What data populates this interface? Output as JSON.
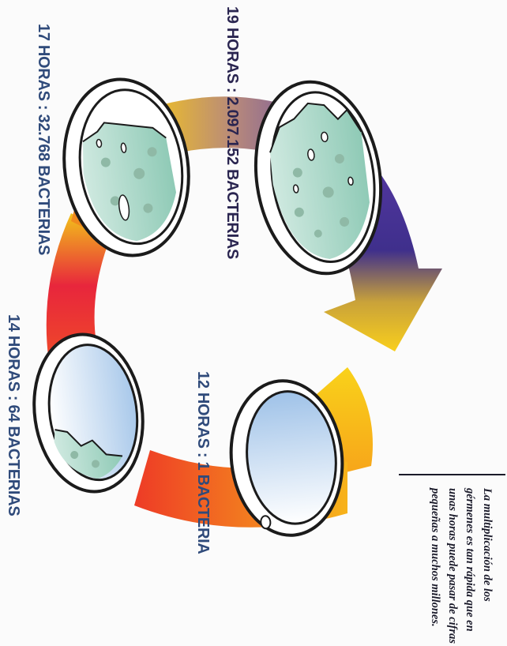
{
  "stages": [
    {
      "id": "s12",
      "label": "12 HORAS : 1 BACTERIA"
    },
    {
      "id": "s14",
      "label": "14 HORAS : 64 BACTERIAS"
    },
    {
      "id": "s17",
      "label": "17 HORAS : 32.768 BACTERIAS"
    },
    {
      "id": "s19",
      "label": "19 HORAS : 2.097.152 BACTERIAS"
    }
  ],
  "caption": "La multiplicación de los gérmenes es tan rápida que en unas horas puede pasar de cifras pequeñas a muchos millones.",
  "colors": {
    "text_dark": "#2a2550",
    "text_blue": "#2f4a7a",
    "arrow_purple": "#4a2f9a",
    "arrow_yellow": "#f7c21a",
    "arrow_orange": "#f57b1a",
    "arrow_red": "#e8322a",
    "dish_growth": "#a9d6c8",
    "dish_sky": "#b8d2ec"
  }
}
